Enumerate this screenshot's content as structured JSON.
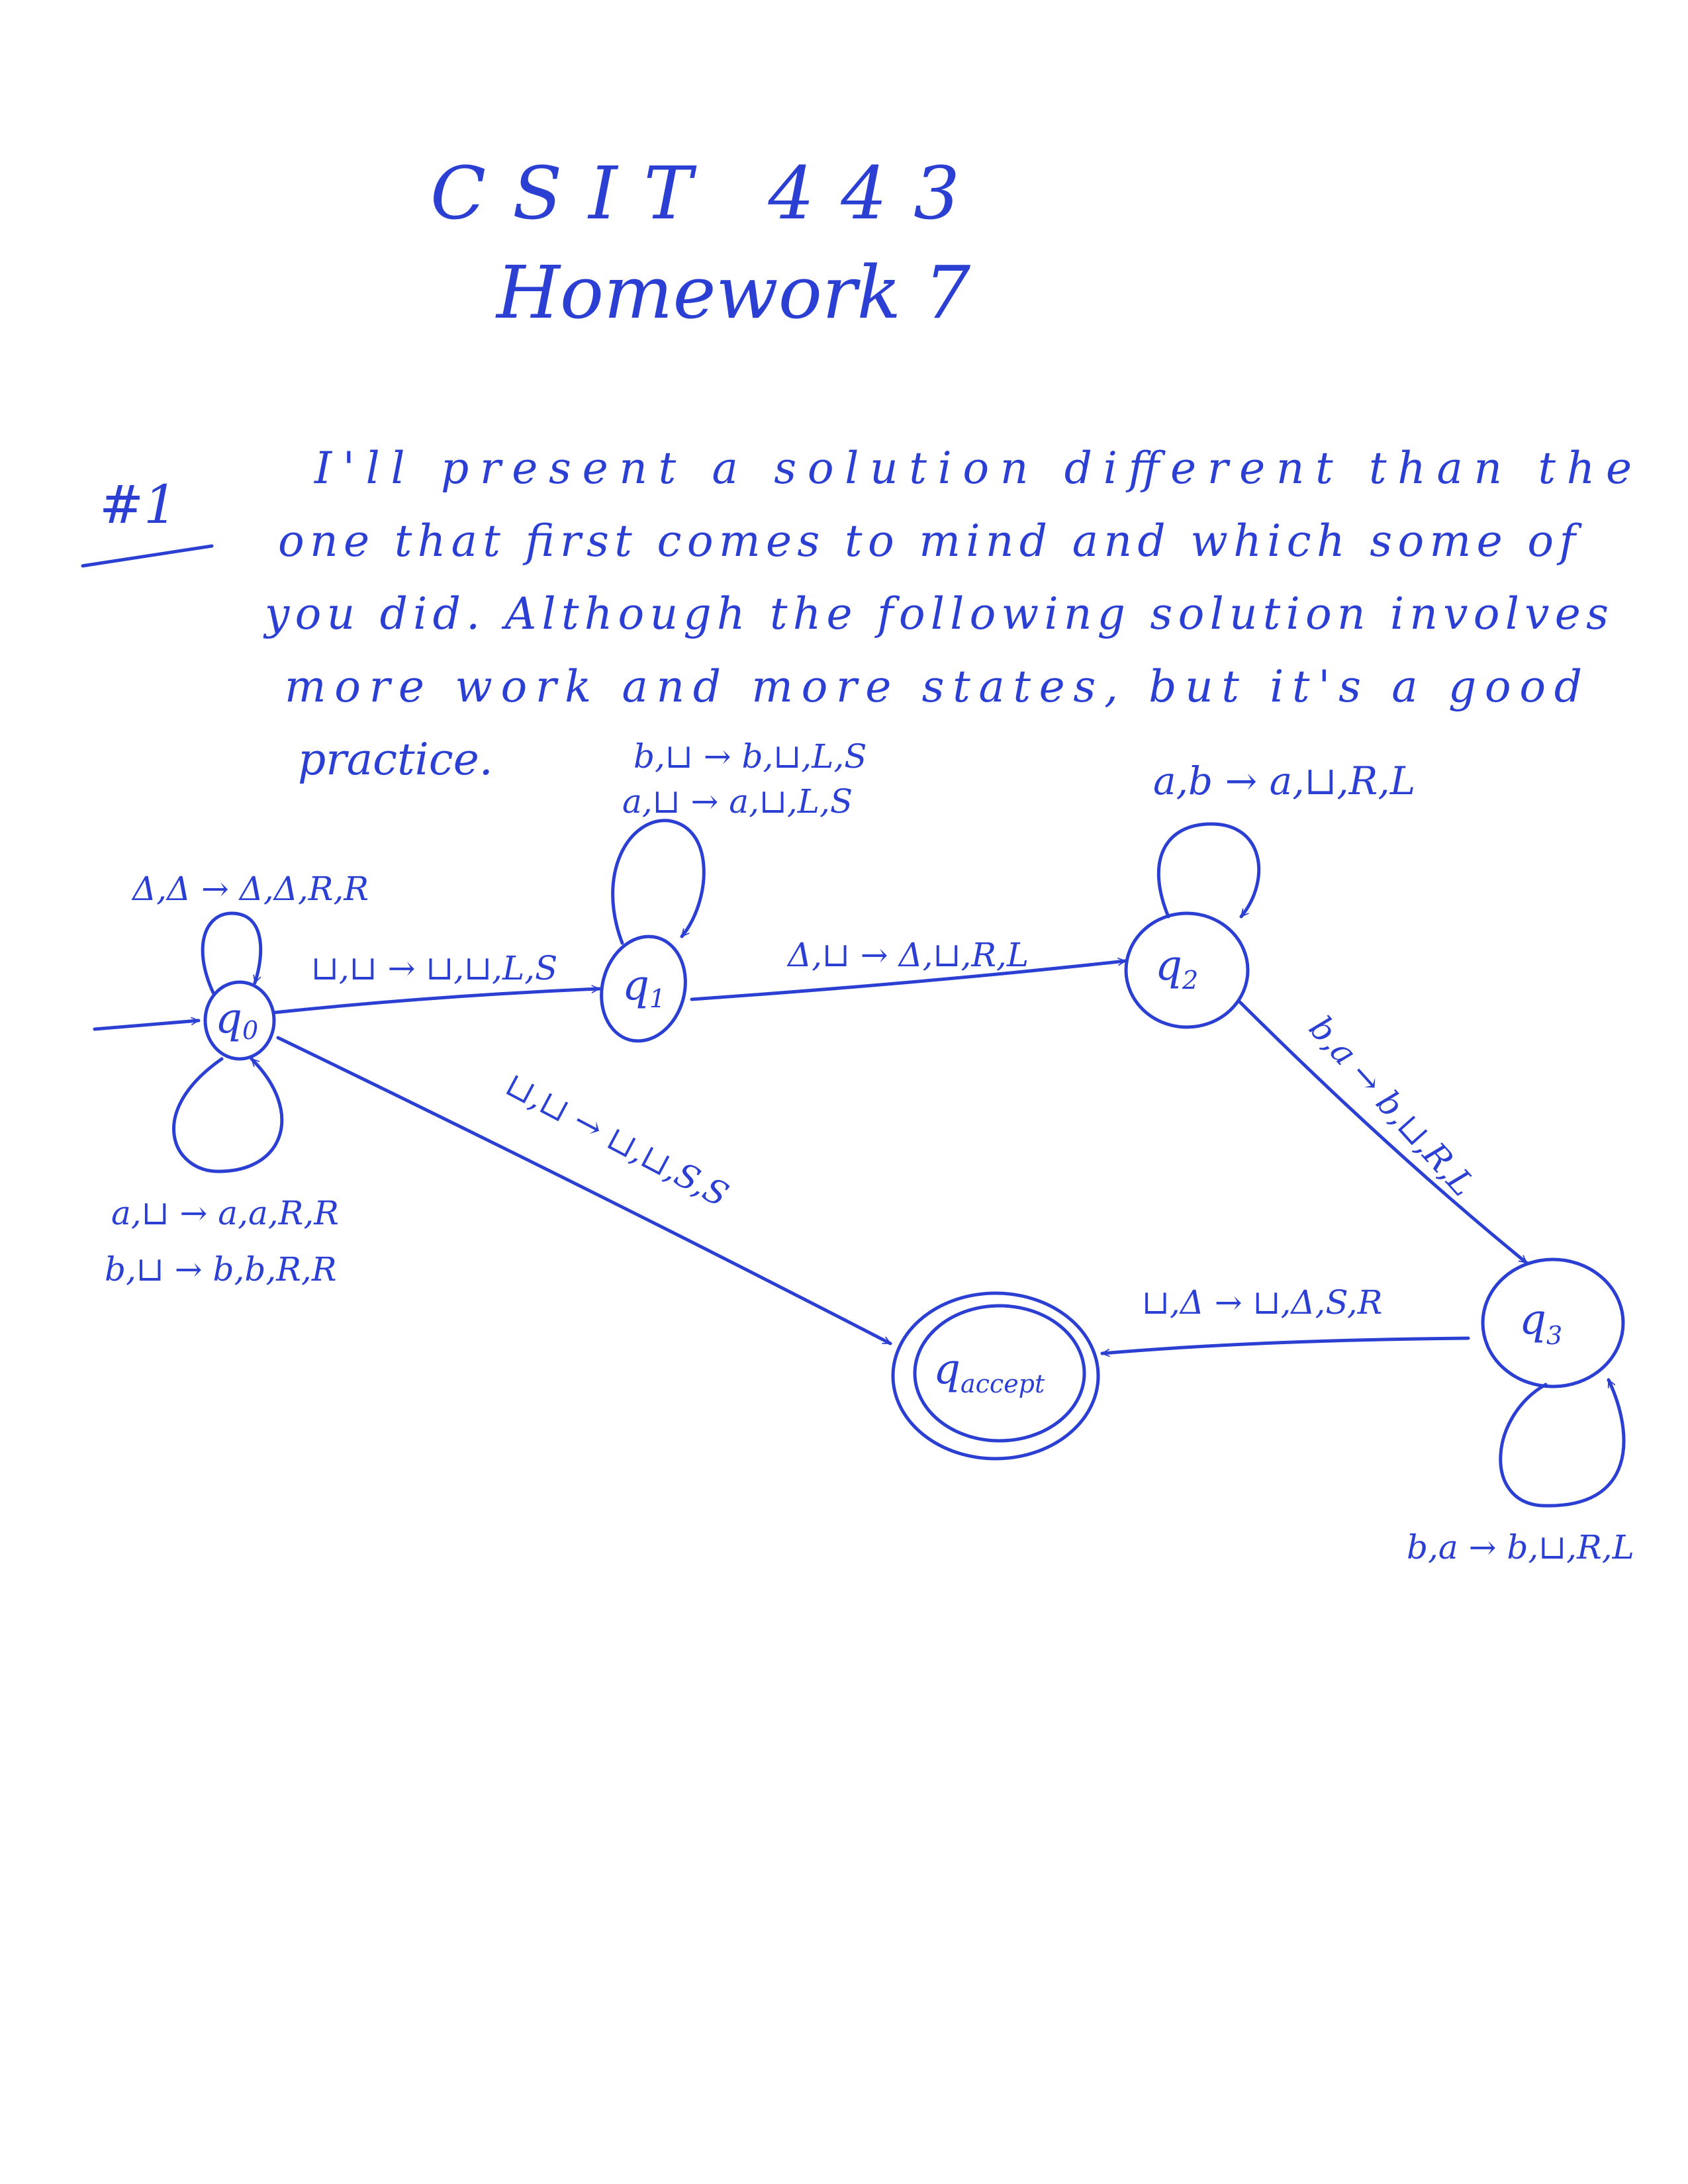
{
  "header": {
    "course": "CSIT 443",
    "assignment": "Homework 7"
  },
  "problem": {
    "number": "#1",
    "lines": [
      "I'll present a solution different than the",
      "one that first comes to mind and which some of",
      "you did. Although the following solution involves",
      "more work and more states, but it's a good",
      "practice."
    ]
  },
  "diagram": {
    "states": {
      "q0": {
        "name": "q",
        "sub": "0"
      },
      "q1": {
        "name": "q",
        "sub": "1"
      },
      "q2": {
        "name": "q",
        "sub": "2"
      },
      "q3": {
        "name": "q",
        "sub": "3"
      },
      "qaccept": {
        "name": "q",
        "sub": "accept"
      }
    },
    "transitions": {
      "q0_self_top": "Δ,Δ → Δ,Δ,R,R",
      "q0_self_bottom_1": "a,⊔ → a,a,R,R",
      "q0_self_bottom_2": "b,⊔ → b,b,R,R",
      "q0_q1": "⊔,⊔ → ⊔,⊔,L,S",
      "q0_qaccept": "⊔,⊔ → ⊔,⊔,S,S",
      "q1_self_1": "b,⊔ → b,⊔,L,S",
      "q1_self_2": "a,⊔ → a,⊔,L,S",
      "q1_q2": "Δ,⊔ → Δ,⊔,R,L",
      "q2_self": "a,b → a,⊔,R,L",
      "q2_q3": "b,a → b,⊔,R,L",
      "q3_self": "b,a → b,⊔,R,L",
      "q3_qaccept": "⊔,Δ → ⊔,Δ,S,R"
    }
  },
  "colors": {
    "ink": "#2b3fd2",
    "paper": "#ffffff"
  }
}
